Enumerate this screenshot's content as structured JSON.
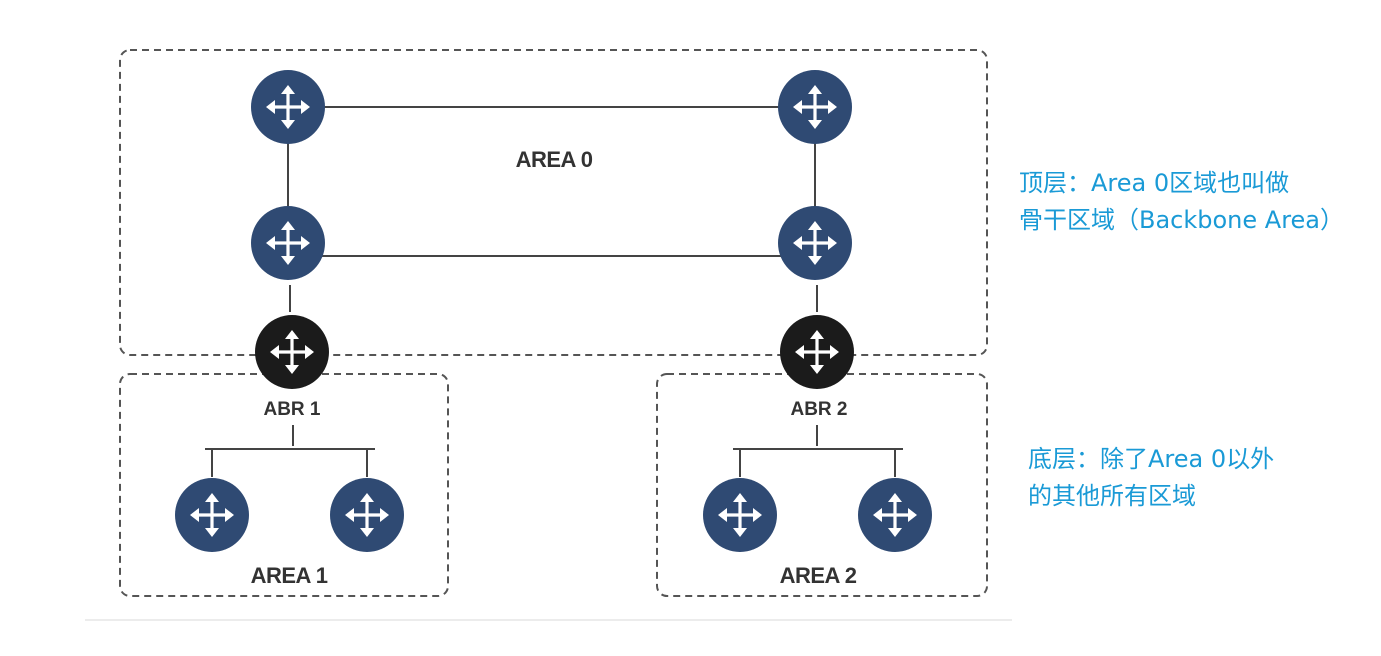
{
  "colors": {
    "router_fill": "#2f4a73",
    "abr_fill": "#1b1b1b",
    "arrow": "#ffffff",
    "link": "#444444",
    "dash": "#555555",
    "note_text": "#1a9ad6",
    "label_text": "#333333"
  },
  "areas": {
    "area0_label": "AREA 0",
    "area1_label": "AREA 1",
    "area2_label": "AREA 2"
  },
  "abr": {
    "abr1_label": "ABR 1",
    "abr2_label": "ABR 2"
  },
  "icons": {
    "router": "router-icon",
    "abr": "abr-router-icon"
  },
  "notes": {
    "top_line1": "顶层：Area 0区域也叫做",
    "top_line2": "骨干区域（Backbone Area）",
    "bottom_line1": "底层：除了Area 0以外",
    "bottom_line2": "的其他所有区域"
  }
}
